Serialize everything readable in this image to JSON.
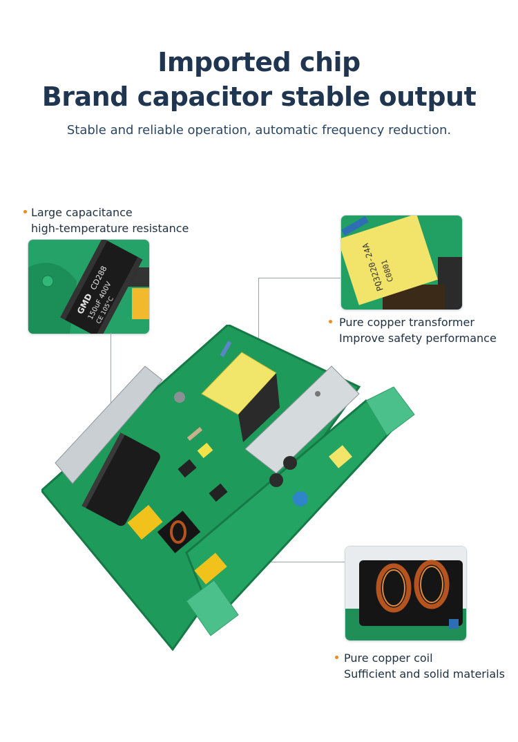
{
  "header": {
    "title_line1": "Imported chip",
    "title_line2": "Brand capacitor stable output",
    "subtitle": "Stable and reliable operation, automatic frequency reduction."
  },
  "callouts": [
    {
      "line1": "Large capacitance",
      "line2": "high-temperature resistance"
    },
    {
      "line1": "Pure copper transformer",
      "line2": "Improve safety performance"
    },
    {
      "line1": "Pure copper coil",
      "line2": "Sufficient and solid materials"
    }
  ],
  "component_markings": {
    "capacitor_brand": "GMD",
    "capacitor_model": "CD288",
    "capacitor_rating": "150uF 400V",
    "capacitor_temp": "CE 105°C",
    "transformer_label": "PQ3220-24A",
    "transformer_code": "C0801"
  },
  "colors": {
    "accent_dot": "#f08a1c",
    "pcb_green": "#1e9a5a",
    "transformer_yellow": "#f1e56a",
    "connector_green": "#4cc08a"
  }
}
